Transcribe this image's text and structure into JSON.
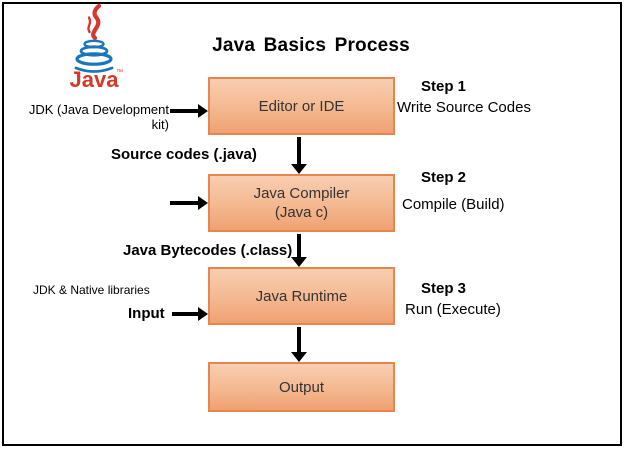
{
  "page": {
    "title": "Java Basics Process"
  },
  "logo": {
    "icon": "java-coffee-cup-logo",
    "wordmark": "Java",
    "trademark": "™",
    "red": "#d6382c",
    "blue": "#1a75bc"
  },
  "boxes": {
    "editor": {
      "line1": "Editor or IDE"
    },
    "compiler": {
      "line1": "Java Compiler",
      "line2": "(Java c)"
    },
    "runtime": {
      "line1": "Java Runtime"
    },
    "output": {
      "line1": "Output"
    }
  },
  "side_labels": {
    "jdk": "JDK (Java Development kit)",
    "source_codes": "Source codes (.java)",
    "bytecodes": "Java Bytecodes (.class)",
    "native_libraries": "JDK & Native libraries",
    "input": "Input"
  },
  "steps": [
    {
      "title": "Step 1",
      "desc": "Write Source Codes"
    },
    {
      "title": "Step 2",
      "desc": "Compile (Build)"
    },
    {
      "title": "Step 3",
      "desc": "Run (Execute)"
    }
  ],
  "colors": {
    "box_fill_top": "#f8ceb2",
    "box_fill_bottom": "#f0a173",
    "box_border": "#e8854c",
    "arrow": "#000000",
    "frame_border": "#000000",
    "background": "#ffffff"
  }
}
